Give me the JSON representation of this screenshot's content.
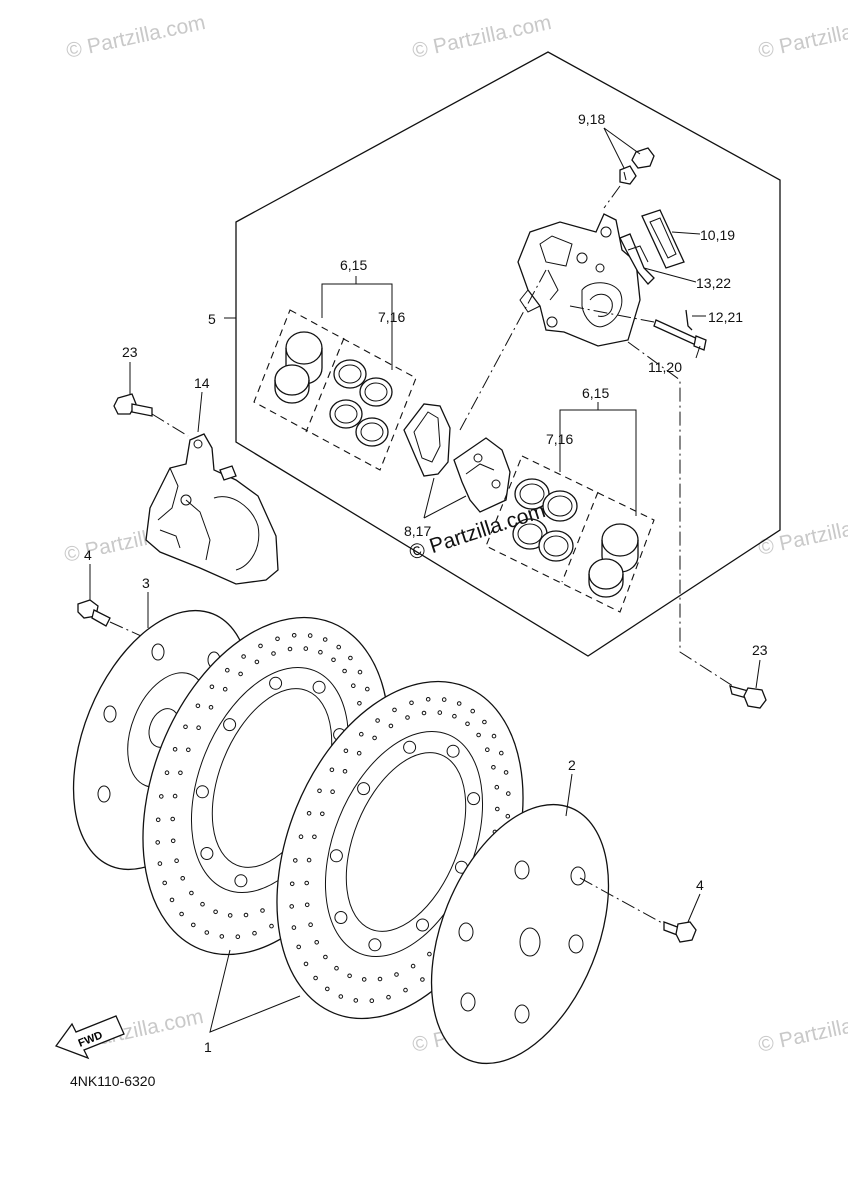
{
  "diagram_code": "4NK110-6320",
  "center_watermark": "© Partzilla.com",
  "edge_watermark": "© Partzilla.com",
  "fwd_label": "FWD",
  "callouts": {
    "c9_18": "9,18",
    "c10_19": "10,19",
    "c13_22": "13,22",
    "c12_21": "12,21",
    "c11_20": "11,20",
    "c6_15a": "6,15",
    "c7_16a": "7,16",
    "c6_15b": "6,15",
    "c7_16b": "7,16",
    "c8_17": "8,17",
    "c5": "5",
    "c23a": "23",
    "c14": "14",
    "c4a": "4",
    "c3": "3",
    "c23b": "23",
    "c2": "2",
    "c4b": "4",
    "c1": "1"
  }
}
